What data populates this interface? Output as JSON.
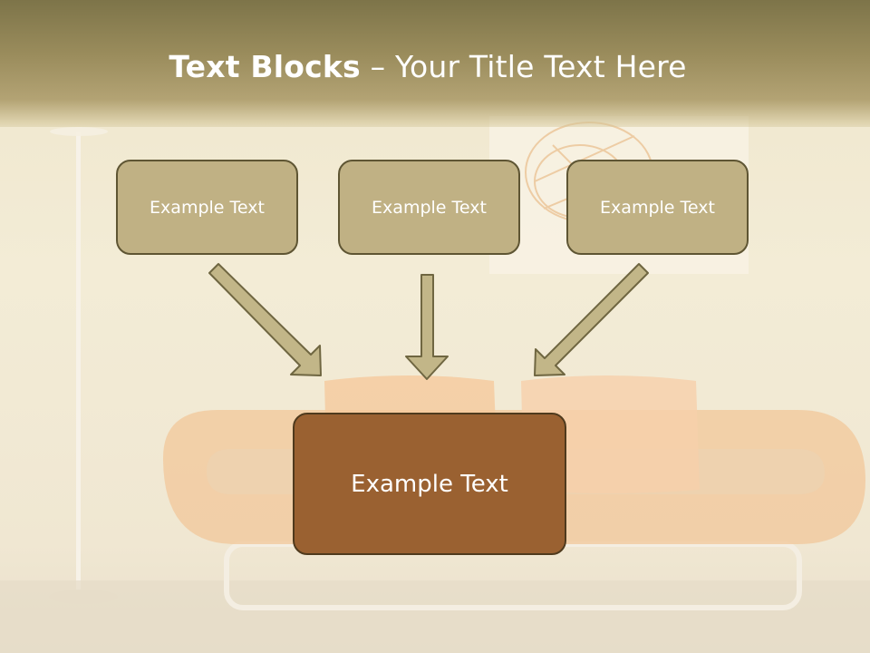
{
  "slide": {
    "title_bold": "Text Blocks",
    "title_dash": " – ",
    "title_rest": "Your Title Text Here",
    "blocks": [
      {
        "label": "Example Text"
      },
      {
        "label": "Example Text"
      },
      {
        "label": "Example Text"
      }
    ],
    "main_block": {
      "label": "Example Text"
    }
  },
  "colors": {
    "header": "#8f8256",
    "block_fill": "#c0b184",
    "block_border": "#5e5533",
    "main_fill": "#9a6131",
    "arrow_fill": "#c2b688",
    "arrow_stroke": "#6f6641"
  }
}
